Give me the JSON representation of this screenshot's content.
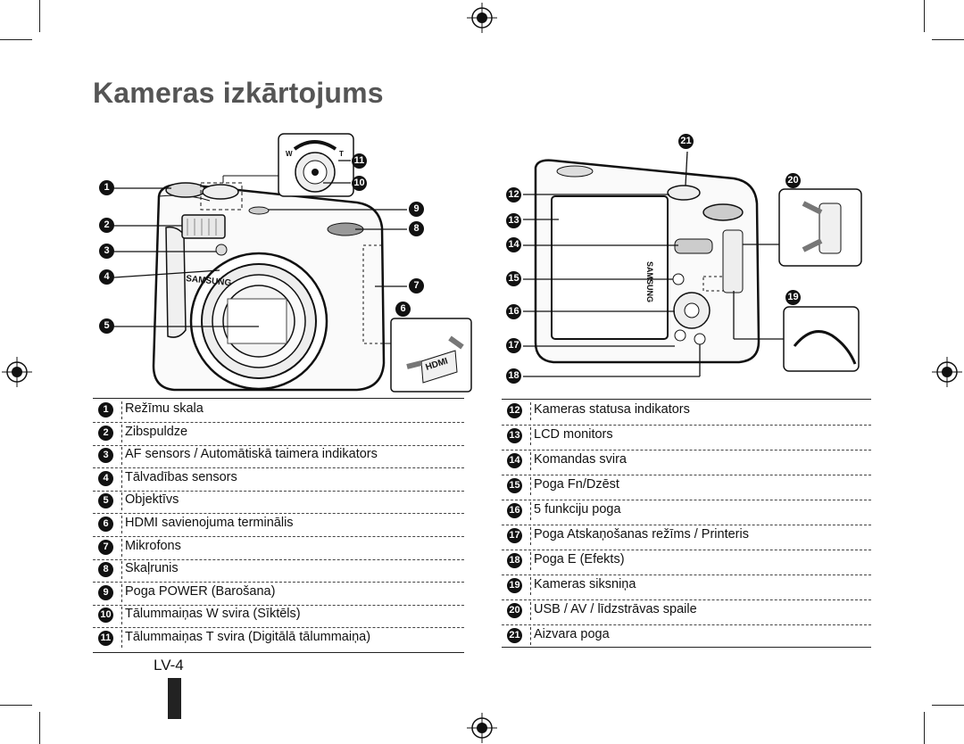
{
  "page": {
    "title": "Kameras izkārtojums",
    "page_number": "LV-4",
    "logo_text": "SAMSUNG",
    "hdmi_text": "HDMI",
    "zoom_w": "W",
    "zoom_t": "T"
  },
  "legend_left": [
    {
      "num": "1",
      "label": "Režīmu skala"
    },
    {
      "num": "2",
      "label": "Zibspuldze"
    },
    {
      "num": "3",
      "label": "AF sensors / Automātiskā taimera indikators"
    },
    {
      "num": "4",
      "label": "Tālvadības sensors"
    },
    {
      "num": "5",
      "label": "Objektīvs"
    },
    {
      "num": "6",
      "label": "HDMI savienojuma terminālis"
    },
    {
      "num": "7",
      "label": "Mikrofons"
    },
    {
      "num": "8",
      "label": "Skaļrunis"
    },
    {
      "num": "9",
      "label": "Poga POWER (Barošana)"
    },
    {
      "num": "10",
      "label": "Tālummaiņas W svira (Sīktēls)"
    },
    {
      "num": "11",
      "label": "Tālummaiņas T svira (Digitālā tālummaiņa)"
    }
  ],
  "legend_right": [
    {
      "num": "12",
      "label": "Kameras statusa indikators"
    },
    {
      "num": "13",
      "label": "LCD monitors"
    },
    {
      "num": "14",
      "label": "Komandas svira"
    },
    {
      "num": "15",
      "label": "Poga Fn/Dzēst"
    },
    {
      "num": "16",
      "label": "5 funkciju poga"
    },
    {
      "num": "17",
      "label": "Poga Atskaņošanas režīms / Printeris"
    },
    {
      "num": "18",
      "label": "Poga E (Efekts)"
    },
    {
      "num": "19",
      "label": "Kameras siksniņa"
    },
    {
      "num": "20",
      "label": "USB / AV / līdzstrāvas spaile"
    },
    {
      "num": "21",
      "label": "Aizvara poga"
    }
  ]
}
